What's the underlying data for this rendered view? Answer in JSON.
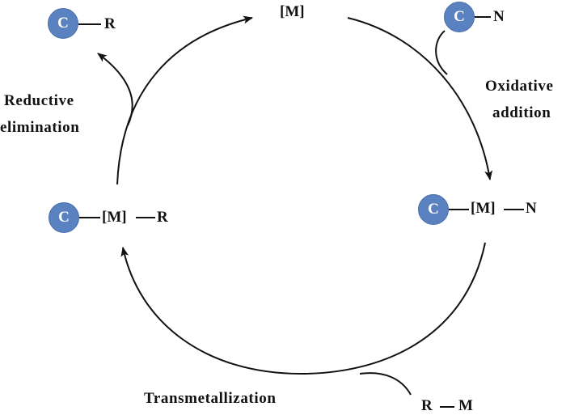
{
  "catalyst": "[M]",
  "species": {
    "top_left": {
      "ball": "C",
      "partner": "R"
    },
    "top_right": {
      "ball": "C",
      "partner": "N"
    },
    "right": {
      "ball": "C",
      "metal": "[M]",
      "partner": "N"
    },
    "left": {
      "ball": "C",
      "metal": "[M]",
      "partner": "R"
    },
    "bottom_reagent": {
      "left": "R",
      "right": "M"
    }
  },
  "steps": {
    "oxidative_addition": [
      "Oxidative",
      "addition"
    ],
    "reductive_elimination": [
      "Reductive",
      "elimination"
    ],
    "transmetallization": "Transmetallization"
  },
  "colors": {
    "ball_fill": "#5a82c0",
    "ink": "#111111",
    "background": "#ffffff"
  }
}
